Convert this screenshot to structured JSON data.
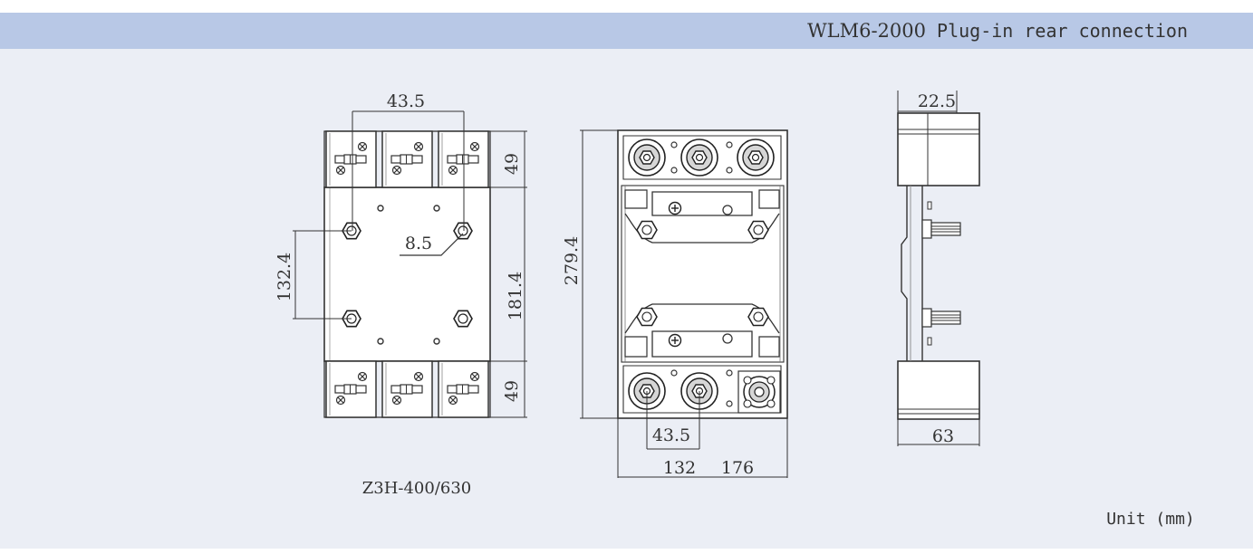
{
  "header": {
    "model": "WLM6-2000",
    "subtitle": "Plug-in rear connection"
  },
  "front_view": {
    "dim_pole_pitch": "43.5",
    "dim_terminal_height_top": "49",
    "dim_terminal_height_bottom": "49",
    "dim_mount_hole_dia": "8.5",
    "dim_mount_hole_spacing": "132.4",
    "dim_body_height": "181.4",
    "caption": "Z3H-400/630"
  },
  "base_view": {
    "dim_total_height": "279.4",
    "dim_stud_pitch": "43.5",
    "dim_width_inner": "132",
    "dim_width_outer": "176"
  },
  "side_view": {
    "dim_top_depth": "22.5",
    "dim_depth": "63"
  },
  "footer": {
    "unit_label": "Unit (mm)"
  }
}
